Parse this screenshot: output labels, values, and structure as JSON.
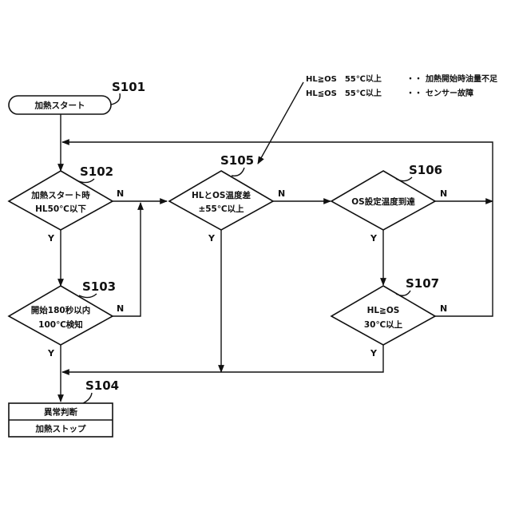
{
  "steps": {
    "s101": "S101",
    "s102": "S102",
    "s103": "S103",
    "s104": "S104",
    "s105": "S105",
    "s106": "S106",
    "s107": "S107"
  },
  "nodes": {
    "start": "加熱スタート",
    "d102_line1": "加熱スタート時",
    "d102_line2": "HL50℃以下",
    "d103_line1": "開始180秒以内",
    "d103_line2": "100℃検知",
    "d105_line1": "HLとOS温度差",
    "d105_line2": "±55℃以上",
    "d106": "OS設定温度到達",
    "d107_line1": "HL≧OS",
    "d107_line2": "30℃以上",
    "s104_row1": "異常判断",
    "s104_row2": "加熱ストップ"
  },
  "branches": {
    "yes": "Y",
    "no": "N"
  },
  "notes": {
    "line1_cond": "HL≧OS　55℃以上",
    "line1_sep": "・・",
    "line1_result": "加熱開始時油量不足",
    "line2_cond": "HL≦OS　55℃以上",
    "line2_sep": "・・",
    "line2_result": "センサー故障"
  }
}
